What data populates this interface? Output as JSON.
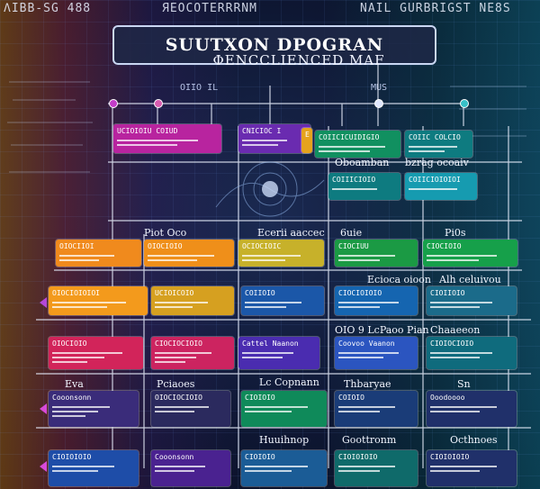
{
  "header": {
    "corner_left": "ΛIBB-SG 488",
    "corner_mid": "ЯEOCOTERRRNM",
    "corner_right": "NAIL GURBRIGST NE8S",
    "title": "SUUTXON DPOGRAN",
    "subtitle": "ΦENCCLIENCED MAF",
    "label_mid": "OIIO IL",
    "label_right": "MUS"
  },
  "nodes": [
    {
      "id": "n1",
      "color": "#b8249f",
      "head": "UCIOIOIU  COIUD"
    },
    {
      "id": "n2",
      "color": "#6a2bb0",
      "head": "CNICIOC I"
    },
    {
      "id": "n3",
      "color": "#e6a31d",
      "head": "E"
    },
    {
      "id": "n4",
      "color": "#119060",
      "head": "COIICICUIDIGIO"
    },
    {
      "id": "n5",
      "color": "#0e7b80",
      "head": "COIIC COLCIO"
    },
    {
      "id": "n6",
      "color": "#0e7b80",
      "head": "COIIICIOIO"
    },
    {
      "id": "n7",
      "color": "#169bb0",
      "head": "COIICIOIOIOI"
    },
    {
      "id": "n8",
      "color": "#f08a1d",
      "head": "OIOCIIOI"
    },
    {
      "id": "n9",
      "color": "#ef8f1a",
      "head": "OIOCIOIO"
    },
    {
      "id": "n10",
      "color": "#c7b12a",
      "head": "OCIOCIOIC"
    },
    {
      "id": "n11",
      "color": "#1b9a44",
      "head": "CIOCIUU"
    },
    {
      "id": "n12",
      "color": "#16a04a",
      "head": "CIOCIOIO"
    },
    {
      "id": "n13",
      "color": "#f39a1c",
      "head": "OIOCIOIOIOI"
    },
    {
      "id": "n14",
      "color": "#d6a020",
      "head": "UCIOICOIO"
    },
    {
      "id": "n15",
      "color": "#1b57a8",
      "head": "COIIOIO"
    },
    {
      "id": "n16",
      "color": "#1565b0",
      "head": "CIOCIOIOIO"
    },
    {
      "id": "n17",
      "color": "#1b6b8a",
      "head": "CIOIIOIO"
    },
    {
      "id": "n18",
      "color": "#d2245a",
      "head": "OIOCIOIO"
    },
    {
      "id": "n19",
      "color": "#cc2460",
      "head": "CIOCIOCIOIO"
    },
    {
      "id": "n20",
      "color": "#4a2cb0",
      "head": "Cattel Naanon"
    },
    {
      "id": "n21",
      "color": "#2b55c0",
      "head": "Coovoo Vaanon"
    },
    {
      "id": "n22",
      "color": "#0f6b7d",
      "head": "CIOIOCIOIO"
    },
    {
      "id": "n23",
      "color": "#3a2c7a",
      "head": "Cooonsonn"
    },
    {
      "id": "n24",
      "color": "#0f8a5a",
      "head": "OIOCIOCIOIO"
    },
    {
      "id": "n25",
      "color": "#1a3c78",
      "head": "CIOIOIO"
    },
    {
      "id": "n26",
      "color": "#2b2a5e",
      "head": "COIOIO"
    },
    {
      "id": "n27",
      "color": "#1e4da8",
      "head": "Ooodoooo"
    },
    {
      "id": "n28",
      "color": "#4a2290",
      "head": "CIOIOIOIO"
    },
    {
      "id": "n29",
      "color": "#1b5c96",
      "head": "Cooonsonn"
    },
    {
      "id": "n30",
      "color": "#0f6a6a",
      "head": "CIOIOIO"
    },
    {
      "id": "n31",
      "color": "#20306a",
      "head": "CIOIOIOIO"
    }
  ],
  "labels": {
    "l_ocean": "Oboamban",
    "l_oceant": "bzrag ocoaiv",
    "l_pto": "Piot Oco",
    "l_ecec": "Ecerii aaccec",
    "l_uie": "6uie",
    "l_pi": "Pi0s",
    "l_ecl": "Ecioca oioon",
    "l_alb": "Alh celuivou",
    "l_pdp": "OIO 9   LcPaoo Pian",
    "l_chl": "Chaaeeon",
    "l_ps": "Pciaoes",
    "l_lc": "Lc Copnann",
    "l_tb": "Thbaryae",
    "l_ev": "Eva",
    "l_sn": "Sn",
    "l_hu": "Huuihnop",
    "l_gt": "Goottronm",
    "l_oc": "Octhnoes"
  }
}
